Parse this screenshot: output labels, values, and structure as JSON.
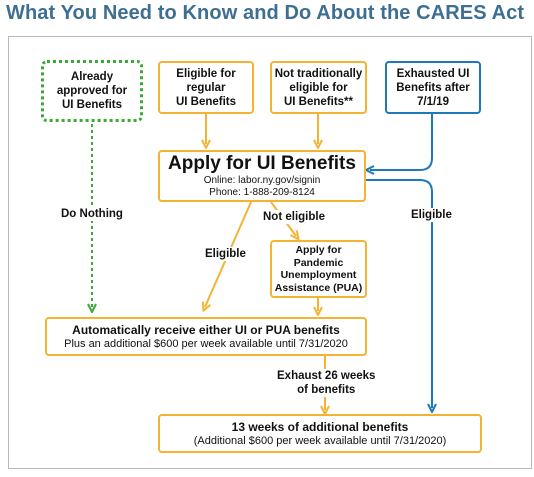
{
  "title": "What You Need to Know and Do About the CARES Act",
  "colors": {
    "title": "#3d6f93",
    "yellow": "#f5b334",
    "blue": "#1e79b8",
    "green": "#3aaa35"
  },
  "boxes": {
    "already": [
      "Already",
      "approved for",
      "UI Benefits"
    ],
    "eligible": [
      "Eligible for",
      "regular",
      "UI Benefits"
    ],
    "not_trad": [
      "Not traditionally",
      "eligible for",
      "UI Benefits**"
    ],
    "exhausted": [
      "Exhausted UI",
      "Benefits after",
      "7/1/19"
    ],
    "apply_ui": {
      "heading": "Apply for UI Benefits",
      "online": "Online: labor.ny.gov/signin",
      "phone": "Phone: 1-888-209-8124"
    },
    "pua": [
      "Apply for",
      "Pandemic",
      "Unemployment",
      "Assistance (PUA)"
    ],
    "auto": {
      "heading": "Automatically receive either UI or PUA benefits",
      "sub": "Plus an additional $600 per week available until 7/31/2020"
    },
    "weeks13": {
      "heading": "13 weeks of additional benefits",
      "sub": "(Additional $600 per week available until 7/31/2020)"
    }
  },
  "labels": {
    "do_nothing": "Do Nothing",
    "not_eligible": "Not eligible",
    "eligible_left": "Eligible",
    "eligible_right": "Eligible",
    "exhaust": [
      "Exhaust 26 weeks",
      "of benefits"
    ]
  }
}
